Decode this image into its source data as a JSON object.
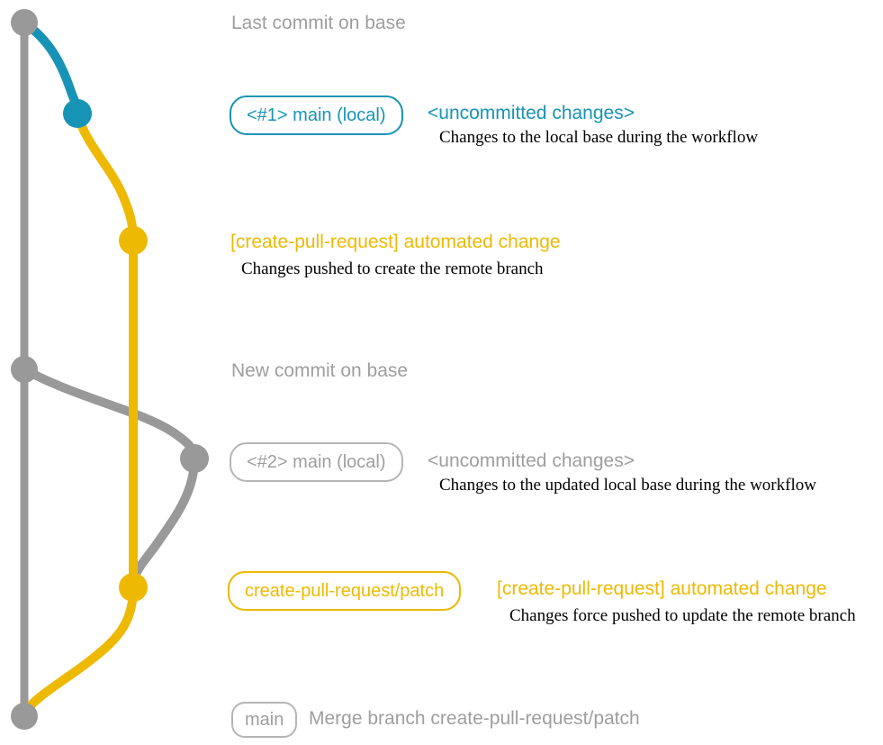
{
  "colors": {
    "gray_line": "#999999",
    "gray_text": "#9e9e9e",
    "blue": "#1794b5",
    "yellow": "#eeb902",
    "desc_text": "#000000",
    "background": "#ffffff"
  },
  "graph": {
    "branches": [
      {
        "name": "base",
        "color": "#999999"
      },
      {
        "name": "main-local",
        "color": "#1794b5"
      },
      {
        "name": "create-pull-request-patch",
        "color": "#eeb902"
      }
    ]
  },
  "rows": {
    "last_commit": {
      "label": "Last commit on base"
    },
    "commit1": {
      "badge": "<#1> main (local)",
      "title": "<uncommitted changes>",
      "description": "Changes to the local base during the workflow"
    },
    "push1": {
      "title": "[create-pull-request] automated change",
      "description": "Changes pushed to create the remote branch"
    },
    "new_commit": {
      "label": "New commit on base"
    },
    "commit2": {
      "badge": "<#2> main (local)",
      "title": "<uncommitted changes>",
      "description": "Changes to the updated local base during the workflow"
    },
    "push2": {
      "badge": "create-pull-request/patch",
      "title": "[create-pull-request] automated change",
      "description": "Changes force pushed to update the remote branch"
    },
    "merge": {
      "badge": "main",
      "title": "Merge branch create-pull-request/patch"
    }
  }
}
